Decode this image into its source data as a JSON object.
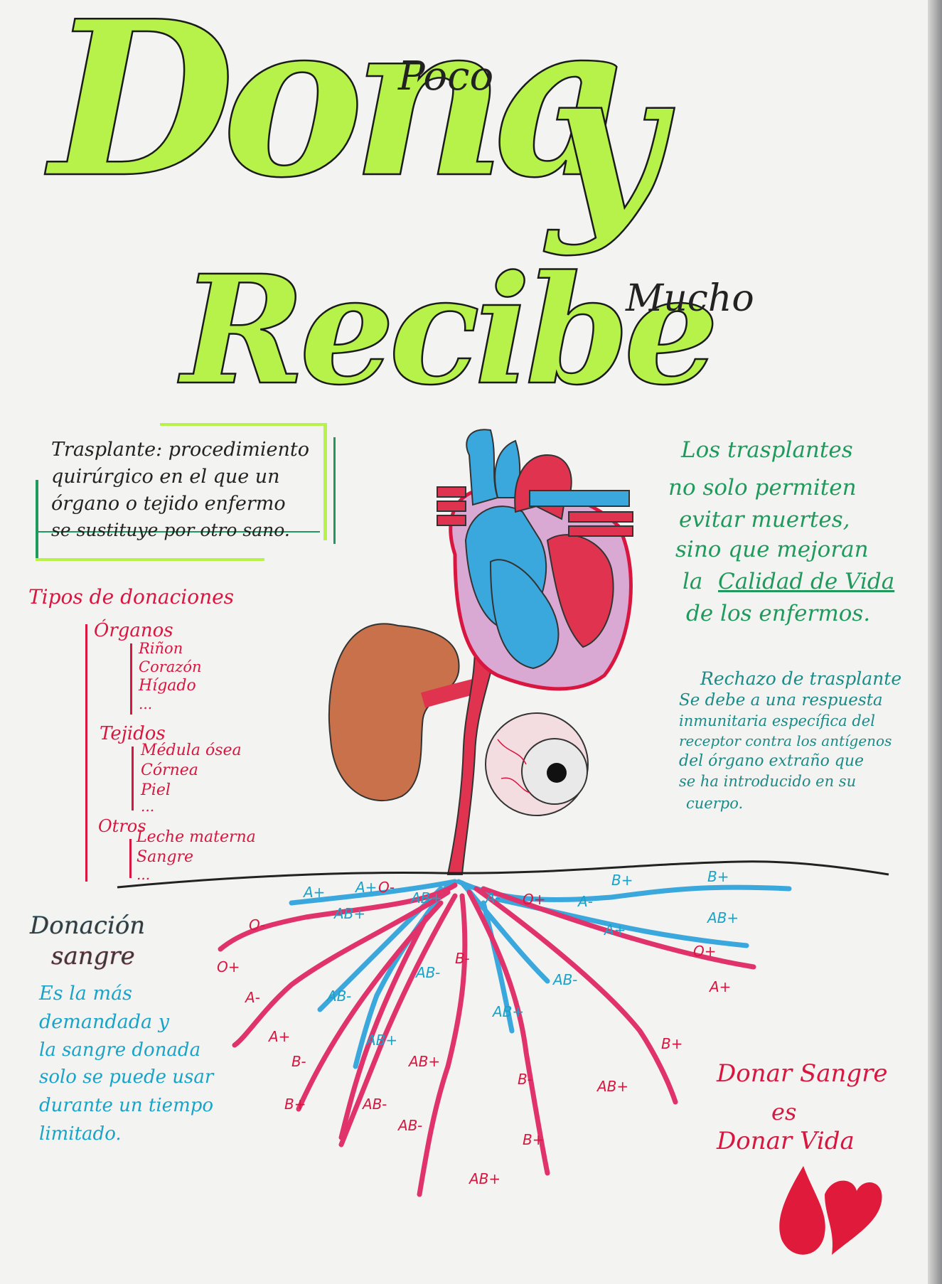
{
  "title": {
    "word1": "Dona",
    "small1": "Poco",
    "word2": "y",
    "word3": "Recibe",
    "small2": "Mucho"
  },
  "definition": {
    "lines": [
      "Trasplante: procedimiento",
      "quirúrgico en el que un",
      "órgano o tejido enfermo",
      "se sustituye por otro sano."
    ]
  },
  "types": {
    "heading": "Tipos de donaciones",
    "groups": [
      {
        "name": "Órganos",
        "items": [
          "Riñon",
          "Corazón",
          "Hígado",
          "..."
        ]
      },
      {
        "name": "Tejidos",
        "items": [
          "Médula ósea",
          "Córnea",
          "Piel",
          "..."
        ]
      },
      {
        "name": "Otros",
        "items": [
          "Leche materna",
          "Sangre",
          "..."
        ]
      }
    ]
  },
  "quality": {
    "lines": [
      "Los trasplantes",
      "no solo permiten",
      "evitar muertes,",
      "sino que mejoran",
      "la",
      "Calidad de Vida",
      "de los enfermos."
    ]
  },
  "rejection": {
    "heading": "Rechazo de trasplante",
    "lines": [
      "Se debe a una respuesta",
      "inmunitaria específica del",
      "receptor contra los antígenos",
      "del órgano extraño que",
      "se ha introducido en su",
      "cuerpo."
    ]
  },
  "blood": {
    "heading1": "Donación",
    "heading2": "sangre",
    "lines": [
      "Es la más",
      "demandada y",
      "la sangre donada",
      "solo se puede usar",
      "durante un tiempo",
      "limitado."
    ]
  },
  "slogan": {
    "lines": [
      "Donar Sangre",
      "es",
      "Donar Vida"
    ]
  },
  "root_labels": [
    "A+",
    "A+",
    "O-",
    "AB+",
    "AB+",
    "A-",
    "O+",
    "B+",
    "B+",
    "O-",
    "A-",
    "A+",
    "AB+",
    "O+",
    "AB-",
    "B-",
    "AB-",
    "AB-",
    "O+",
    "A-",
    "A+",
    "AB+",
    "A+",
    "AB+",
    "B-",
    "AB+",
    "B+",
    "B+",
    "AB-",
    "B-",
    "AB+",
    "AB-",
    "B+",
    "AB+"
  ],
  "colors": {
    "title_fill": "#b6f24a",
    "red_ink": "#d9163f",
    "green_ink": "#1f9a5c",
    "blue_ink": "#1aa3c8",
    "kidney": "#c8714a",
    "heart_red": "#e0334f",
    "heart_blue": "#3aa7dd"
  }
}
